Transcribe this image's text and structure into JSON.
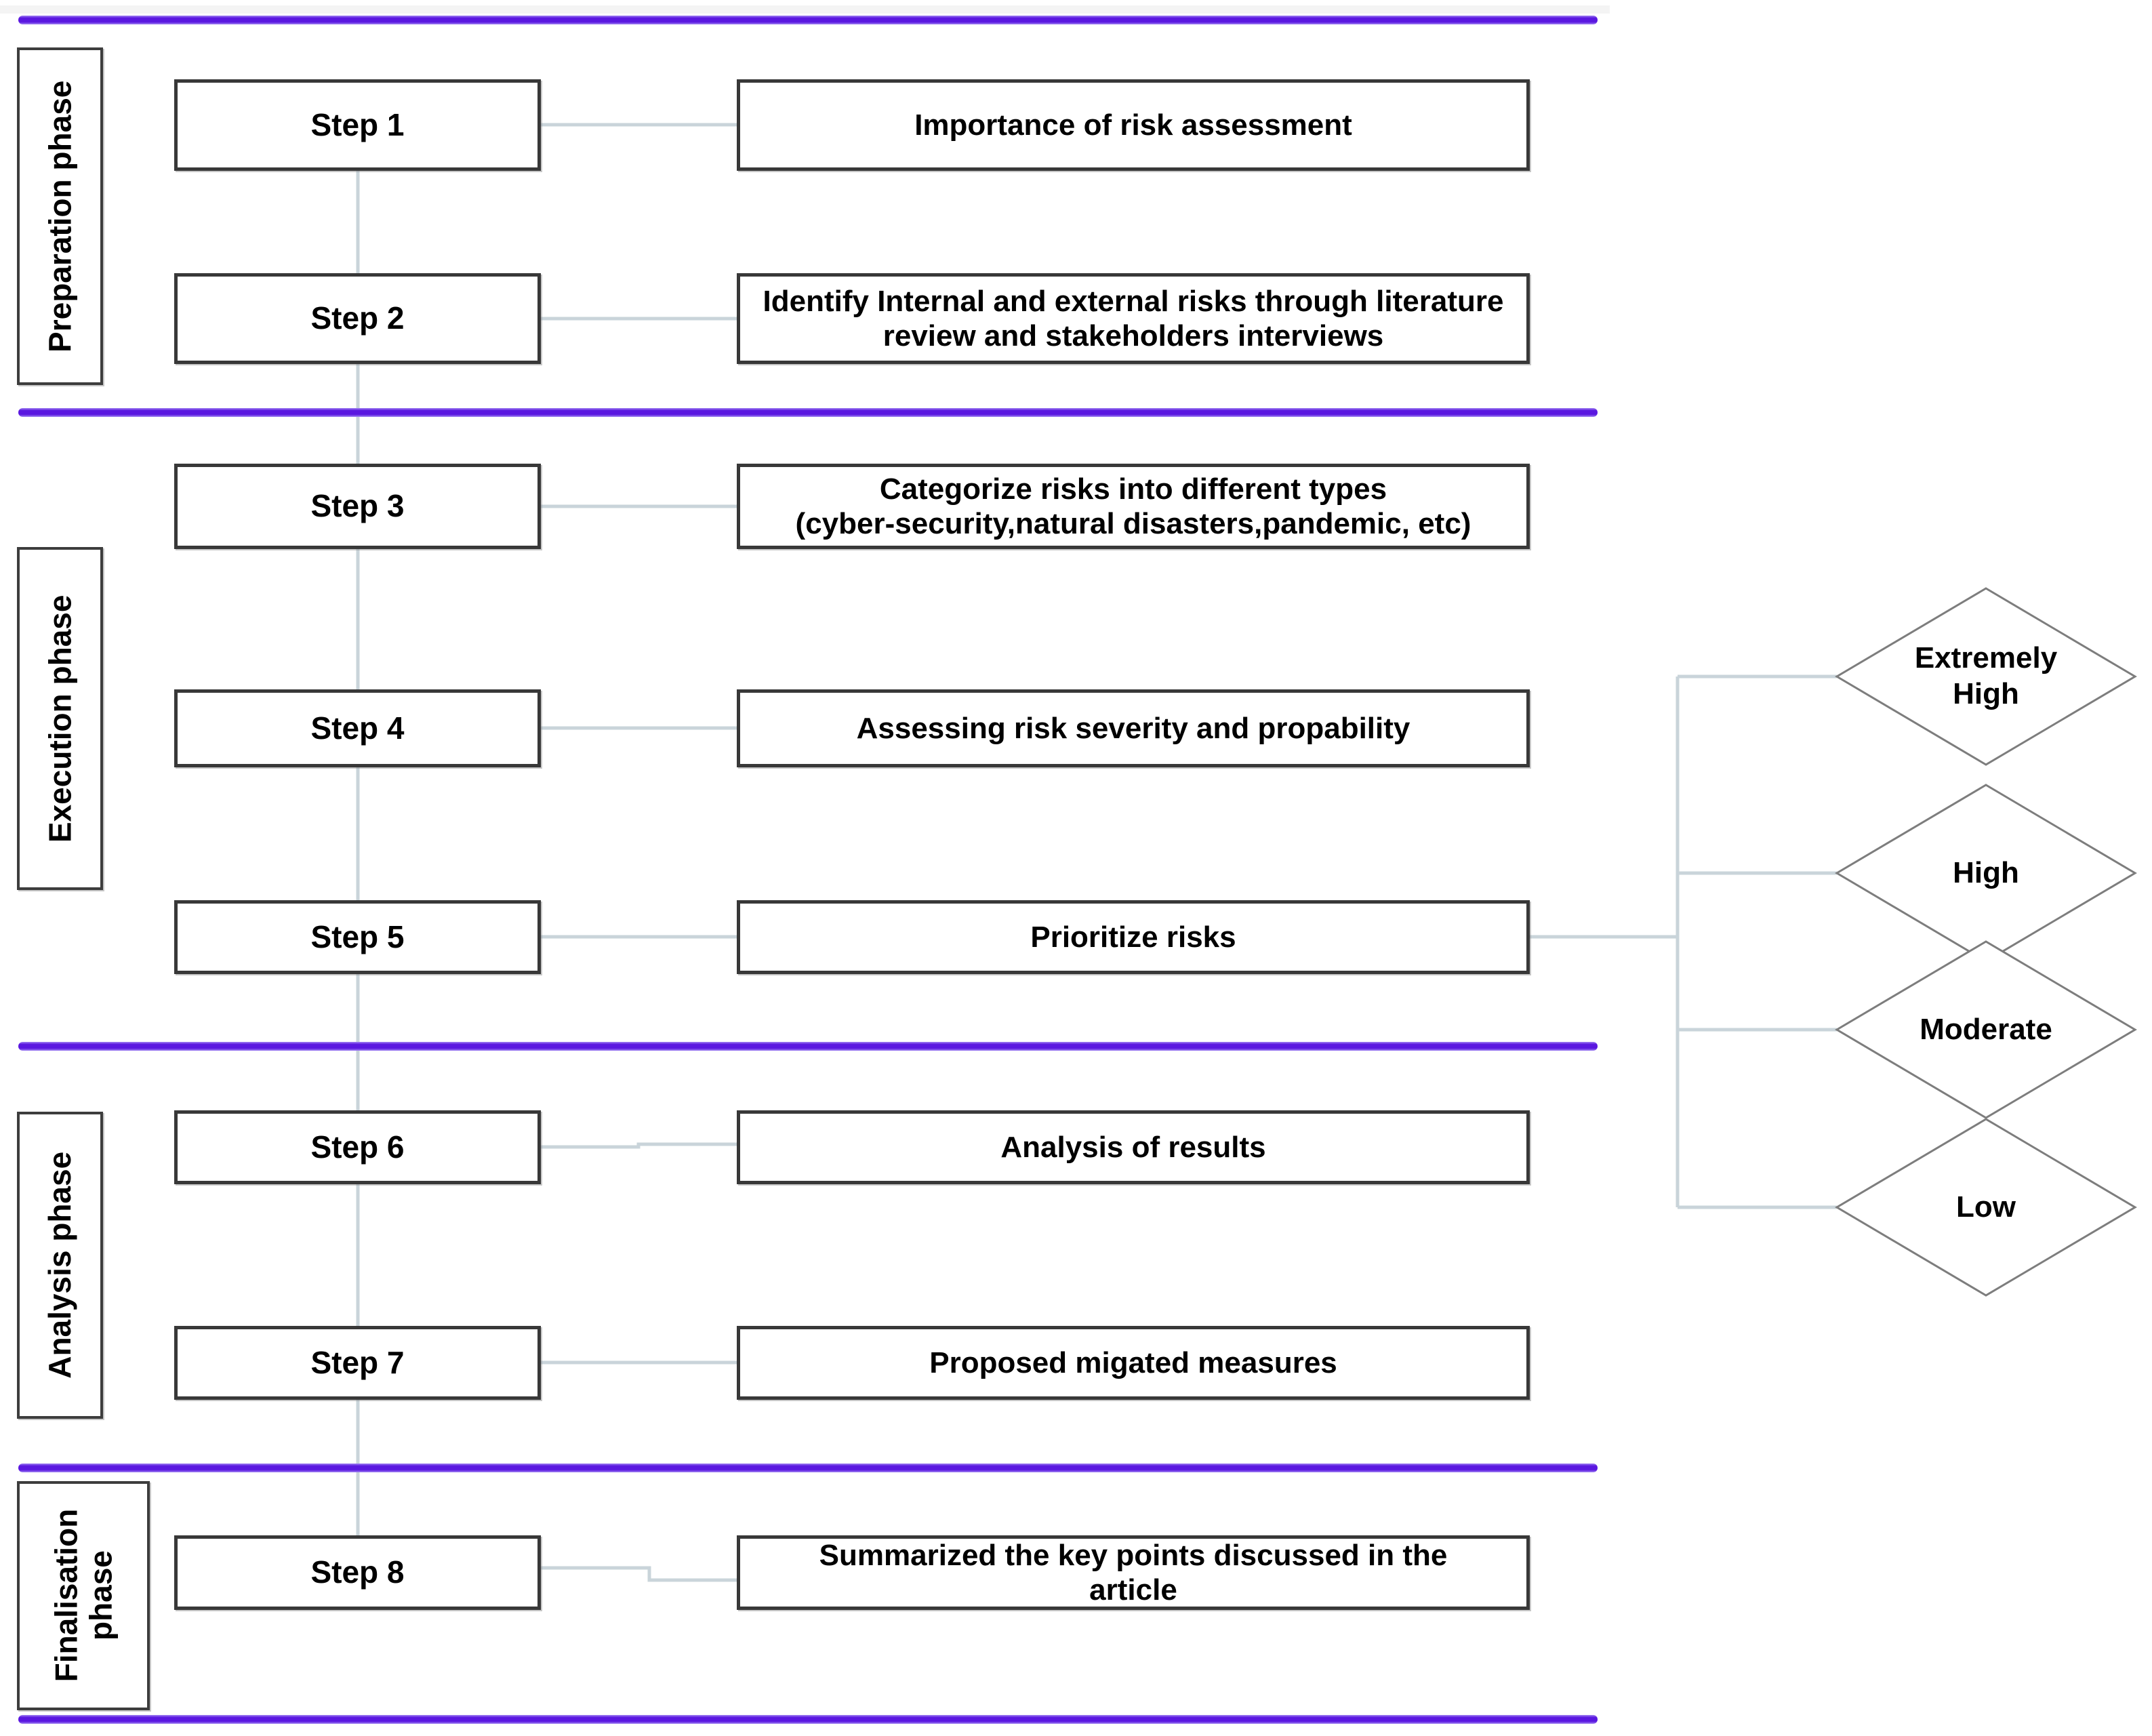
{
  "title": "Risk assessment methodology flowchart",
  "phases": [
    {
      "label": "Preparation phase",
      "steps": [
        "Step 1",
        "Step 2"
      ]
    },
    {
      "label": "Execution phase",
      "steps": [
        "Step 3",
        "Step 4",
        "Step 5"
      ]
    },
    {
      "label": "Analysis phase",
      "steps": [
        "Step 6",
        "Step 7"
      ]
    },
    {
      "label": "Finalisation phase",
      "steps": [
        "Step 8"
      ]
    }
  ],
  "steps": [
    {
      "label": "Step 1",
      "desc": [
        "Importance of risk assessment"
      ]
    },
    {
      "label": "Step 2",
      "desc": [
        "Identify Internal and external risks through literature",
        "review and stakeholders interviews"
      ]
    },
    {
      "label": "Step 3",
      "desc": [
        "Categorize risks into different types",
        "(cyber-security,natural disasters,pandemic, etc)"
      ]
    },
    {
      "label": "Step 4",
      "desc": [
        "Assessing risk severity and propability"
      ]
    },
    {
      "label": "Step 5",
      "desc": [
        "Prioritize risks"
      ]
    },
    {
      "label": "Step 6",
      "desc": [
        "Analysis of results"
      ]
    },
    {
      "label": "Step 7",
      "desc": [
        "Proposed migated measures"
      ]
    },
    {
      "label": "Step 8",
      "desc": [
        "Summarized the key points discussed in the",
        "article"
      ]
    }
  ],
  "risk_levels": {
    "branch_from": "Prioritize risks",
    "items": [
      {
        "label": "Extremely High"
      },
      {
        "label": "High"
      },
      {
        "label": "Moderate"
      },
      {
        "label": "Low"
      }
    ]
  },
  "colors": {
    "phase_separator": "#5a17e0",
    "connector": "#c9d4da",
    "box_border": "#383838",
    "diamond_border": "#7d7d7d",
    "text": "#000000",
    "background": "#ffffff"
  }
}
